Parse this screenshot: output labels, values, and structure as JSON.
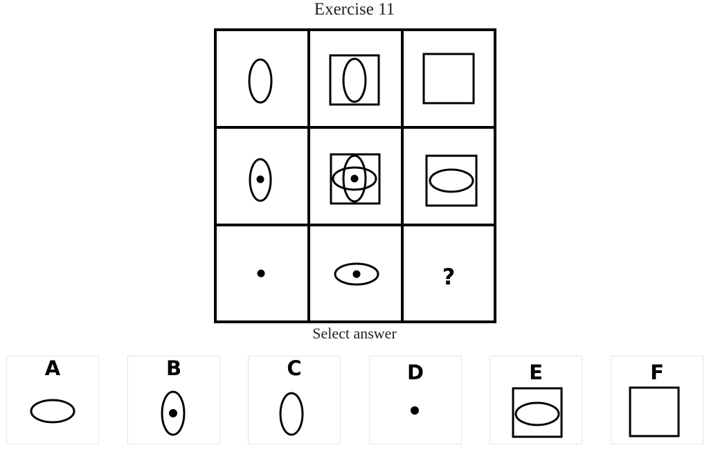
{
  "title": "Exercise 11",
  "question_mark": "?",
  "select_label": "Select answer",
  "options": [
    {
      "label": "A"
    },
    {
      "label": "B"
    },
    {
      "label": "C"
    },
    {
      "label": "D"
    },
    {
      "label": "E"
    },
    {
      "label": "F"
    }
  ]
}
